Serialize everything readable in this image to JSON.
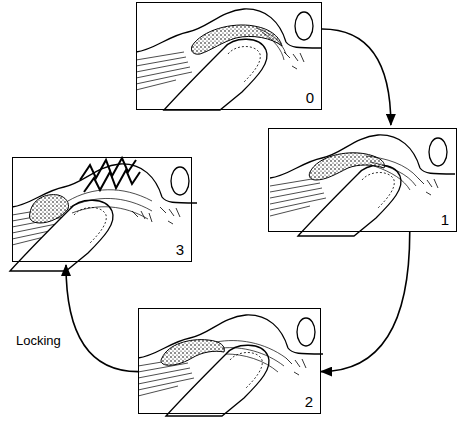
{
  "diagram": {
    "nodes": [
      {
        "text": [
          "0"
        ]
      },
      {
        "text": [
          "1"
        ]
      },
      {
        "text": [
          "2"
        ]
      },
      {
        "text": [
          "3"
        ]
      }
    ],
    "edges": [
      {
        "from": 0,
        "to": 1,
        "arrow": "to"
      },
      {
        "from": 1,
        "to": 2,
        "arrow": "to"
      },
      {
        "from": 2,
        "to": 3,
        "label": "Locking",
        "arrow": "to"
      }
    ]
  }
}
